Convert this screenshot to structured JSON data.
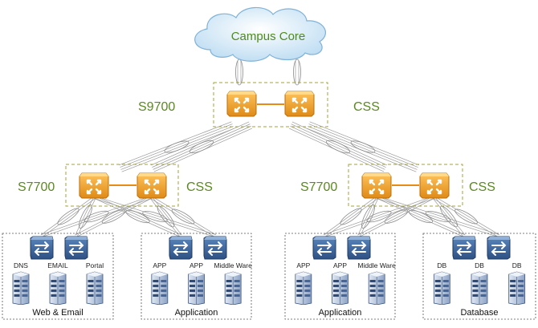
{
  "cloud": {
    "label": "Campus Core"
  },
  "core": {
    "model": "S9700",
    "stack": "CSS"
  },
  "aggregation": [
    {
      "model": "S7700",
      "stack": "CSS"
    },
    {
      "model": "S7700",
      "stack": "CSS"
    }
  ],
  "server_groups": [
    {
      "name": "Web & Email",
      "servers": [
        "DNS",
        "EMAIL",
        "Portal"
      ]
    },
    {
      "name": "Application",
      "servers": [
        "APP",
        "APP",
        "Middle Ware"
      ]
    },
    {
      "name": "Application",
      "servers": [
        "APP",
        "APP",
        "Middle Ware"
      ]
    },
    {
      "name": "Database",
      "servers": [
        "DB",
        "DB",
        "DB"
      ]
    }
  ],
  "colors": {
    "label_green": "#5a8a1e",
    "switch_orange": "#f2a93b",
    "switch_dark": "#c97a12",
    "link_orange": "#e88a14",
    "access_switch": "#3f6aa0",
    "server_blue": "#4a6a98",
    "cloud_fill": "#cfe7f7",
    "dashed_box": "#a5a33a"
  }
}
